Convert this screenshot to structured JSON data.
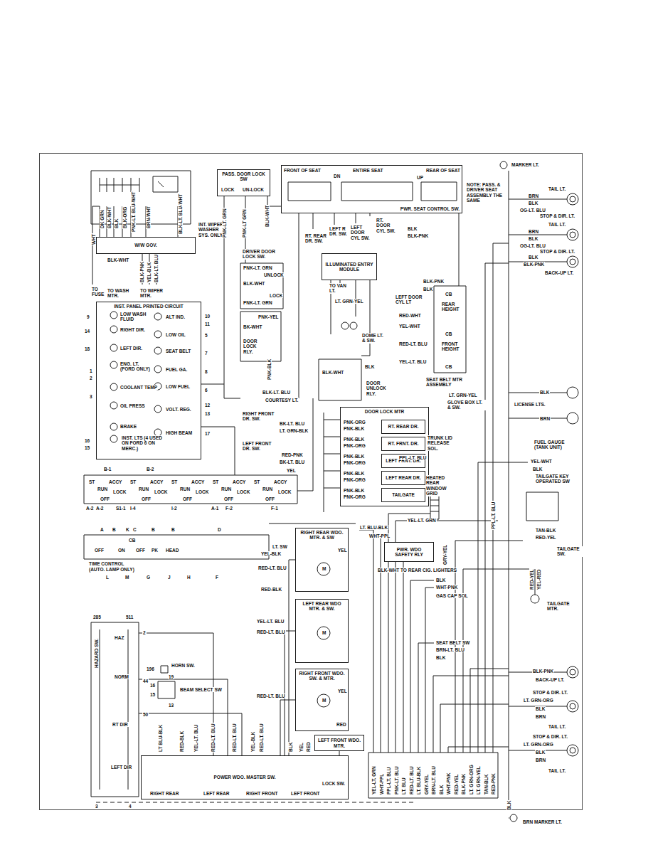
{
  "diagram": {
    "nodes": [
      {
        "text": [
          "W/W GOV."
        ]
      },
      {
        "text": [
          "INST. PANEL PRINTED CIRCUIT"
        ]
      },
      {
        "text": [
          "PASS. DOOR LOCK SW"
        ]
      },
      {
        "text": [
          "PWR. SEAT CONTROL SW."
        ]
      },
      {
        "text": [
          "ILLUMINATED ENTRY MODULE"
        ]
      },
      {
        "text": [
          "DOOR LOCK MTR"
        ]
      },
      {
        "text": [
          "RT. REAR DR."
        ],
        "in": 5
      },
      {
        "text": [
          "RT. FRNT. DR."
        ],
        "in": 5
      },
      {
        "text": [
          "LEFT FRNT. DR."
        ],
        "in": 5
      },
      {
        "text": [
          "LEFT REAR DR."
        ],
        "in": 5
      },
      {
        "text": [
          "TAILGATE"
        ],
        "in": 5
      },
      {
        "text": [
          "PWR. WDO SAFETY RLY"
        ]
      },
      {
        "text": [
          "RIGHT REAR WDO. MTR. & SW"
        ]
      },
      {
        "text": [
          "LEFT REAR WDO MTR. & SW."
        ]
      },
      {
        "text": [
          "RIGHT FRONT WDO. SW. & MTR."
        ]
      },
      {
        "text": [
          "LEFT FRONT WDO. MTR."
        ]
      },
      {
        "text": [
          "POWER WDO. MASTER SW."
        ]
      }
    ],
    "edges": [
      {
        "from": 12,
        "to": 16,
        "arrow": "none"
      },
      {
        "from": 13,
        "to": 16,
        "arrow": "none"
      },
      {
        "from": 14,
        "to": 16,
        "arrow": "none"
      },
      {
        "from": 15,
        "to": 16,
        "arrow": "none"
      }
    ],
    "labels": [
      "INT. WIPER WASHER SYS. ONLY",
      "WHT",
      "DK GRN",
      "BLK-WHT",
      "BLK",
      "BLK-ORG",
      "PNK-LT. BLU-WHT",
      "BRN-WHT",
      "BLK-LT. BLU-WHT",
      "BLK-WHT",
      "BLK-PNK",
      "YEL-BLK",
      "BLK-LT. BLU",
      "TO FUSE",
      "TO WASH MTR.",
      "TO WIPER MTR.",
      "LOCK",
      "UN-LOCK",
      "PNK-LT. GRN",
      "PNK-LT GRN",
      "BLK-WHT",
      "FRONT OF SEAT",
      "DN",
      "ENTIRE SEAT",
      "UP",
      "REAR OF SEAT",
      "NOTE: PASS. & DRIVER SEAT ASSEMBLY THE SAME",
      "MARKER LT.",
      "TAIL LT.",
      "BRN",
      "BLK",
      "OG-LT. BLU",
      "STOP & DIR. LT.",
      "TAIL LT.",
      "BRN",
      "BLK",
      "OG-LT. BLU",
      "STOP & DIR. LT.",
      "BLK",
      "BLK-PNK",
      "BACK-UP LT.",
      "BLK",
      "LICENSE LTS.",
      "BRN",
      "FUEL GAUGE (TANK UNIT)",
      "YEL-WHT",
      "BLK",
      "TAILGATE KEY OPERATED SW",
      "TAN-BLK",
      "RED-YEL",
      "TAILGATE SW.",
      "RED-YEL",
      "YEL-RED",
      "TAILGATE MTR.",
      "BLK-PNK",
      "BACK-UP LT.",
      "STOP & DIR. LT.",
      "LT. GRN-ORG",
      "BLK",
      "BRN",
      "TAIL LT.",
      "STOP & DIR. LT.",
      "LT. GRN-ORG",
      "BLK",
      "BRN",
      "TAIL LT.",
      "BLK",
      "BRN",
      "MARKER LT.",
      "LOW WASH FLUID",
      "RIGHT DIR.",
      "LEFT DIR.",
      "ENG. LT. (FORD ONLY)",
      "COOLANT TEMP",
      "OIL PRESS",
      "BRAKE",
      "INST. LTS (4 USED ON FORD 6 ON MERC.)",
      "ALT IND.",
      "LOW OIL",
      "SEAT BELT",
      "FUEL GA.",
      "LOW FUEL",
      "VOLT. REG.",
      "HIGH BEAM",
      "9",
      "14",
      "18",
      "1",
      "2",
      "3",
      "16",
      "15",
      "10",
      "11",
      "5",
      "7",
      "8",
      "6",
      "12",
      "13",
      "17",
      "B-1",
      "B-2",
      "ST",
      "RUN",
      "ACCY",
      "LOCK",
      "OFF",
      "ST",
      "RUN",
      "ACCY",
      "LOCK",
      "OFF",
      "ST",
      "RUN",
      "ACCY",
      "LOCK",
      "OFF",
      "ST",
      "RUN",
      "ACCY",
      "LOCK",
      "OFF",
      "ST",
      "RUN",
      "ACCY",
      "LOCK",
      "OFF",
      "A-2",
      "A-2",
      "S1-1",
      "I-4",
      "I-2",
      "A-1",
      "F-2",
      "F-1",
      "A",
      "B",
      "K",
      "C",
      "B",
      "B",
      "D",
      "CB",
      "OFF",
      "ON",
      "OFF",
      "PK",
      "HEAD",
      "LT. SW",
      "TIME CONTROL",
      "(AUTO. LAMP ONLY)",
      "L",
      "M",
      "G",
      "J",
      "H",
      "F",
      "285",
      "511",
      "HAZARD SW.",
      "HAZ",
      "NORM",
      "RT DIR",
      "LEFT DIR",
      "2",
      "44",
      "50",
      "3",
      "4",
      "196",
      "HORN SW.",
      "19",
      "16",
      "BEAM SELECT SW",
      "15",
      "13",
      "RIGHT REAR",
      "LEFT REAR",
      "RIGHT FRONT",
      "LEFT FRONT",
      "LOCK SW.",
      "LT BLU-BLK",
      "RED-BLK",
      "YEL-LT. BLU",
      "RED-LT. BLU",
      "RED-LT. BLU",
      "YEL-BLK",
      "RED-LT. BLU",
      "BLK",
      "YEL",
      "RED",
      "YEL-BLK",
      "RED-LT. BLU",
      "RED-BLK",
      "YEL",
      "M",
      "YEL-LT. BLU",
      "RED-LT. BLU",
      "M",
      "RED-LT. BLU",
      "YEL",
      "RED",
      "M",
      "HEATED REAR WINDOW GRID",
      "TRUNK LID RELEASE SOL.",
      "PPL-LT. BLU",
      "YEL-LT. GRN",
      "LT. BLU-BLK",
      "WHT-PPL",
      "BLK-WHT",
      "TO REAR CIG. LIGHTERS",
      "GRY-YEL",
      "BLK",
      "WHT-PNK",
      "GAS CAP SOL",
      "SEAT BELT SW",
      "BRN-LT. BLU",
      "BLK",
      "PPL-LT. BLU",
      "DRIVER DOOR LOCK SW.",
      "PNK-LT. GRN",
      "UNLOCK",
      "BLK-WHT",
      "LOCK",
      "PNK-LT. GRN",
      "PNK-YEL",
      "BK-WHT",
      "DOOR LOCK RLY.",
      "PNK-BLK",
      "BLK-WHT",
      "BLK",
      "DOOR UNLOCK RLY.",
      "BLK-LT. BLU",
      "COURTESY LT.",
      "RIGHT FRONT DR. SW.",
      "BK-LT. BLU",
      "LT. GRN-BLK",
      "LEFT FRONT DR. SW.",
      "RED-PNK",
      "BK-LT. BLU",
      "YEL",
      "RT. REAR DR. SW.",
      "LEFT R DR. SW.",
      "LEFT DOOR CYL SW.",
      "RT. DOOR CYL SW.",
      "BLK",
      "BLK-PNK",
      "TO VAN LT.",
      "LT. GRN-YEL",
      "DOME LT. & SW.",
      "BLK-PNK",
      "BLK",
      "LEFT DOOR CYL LT",
      "RED-WHT",
      "YEL-WHT",
      "RED-LT. BLU",
      "YEL-LT. BLU",
      "CB",
      "REAR HEIGHT",
      "CB",
      "FRONT HEIGHT",
      "CB",
      "SEAT BELT MTR ASSEMBLY",
      "LT. GRN-YEL",
      "GLOVE BOX LT. & SW.",
      "YEL-LT. GRN",
      "WHT-PPL",
      "PPL-LT. BLU",
      "PNK-LT. BLU",
      "LT. BLU",
      "RED-LT. BLU",
      "LT. BLU-BLK",
      "GRY-YEL",
      "BRN-LT. BLU",
      "BLK",
      "WHT-PNK",
      "RED-YEL",
      "BLK-PNK",
      "LT. GRN-ORG",
      "LT. GRN-YEL",
      "TAN-BLK",
      "RED-PNK",
      "PNK-ORG",
      "PNK-BLK",
      "PNK-BLK",
      "PNK-ORG",
      "PNK-BLK",
      "PNK-ORG",
      "PNK-BLK",
      "PNK-ORG",
      "PNK-BLK",
      "PNK-ORG"
    ]
  }
}
